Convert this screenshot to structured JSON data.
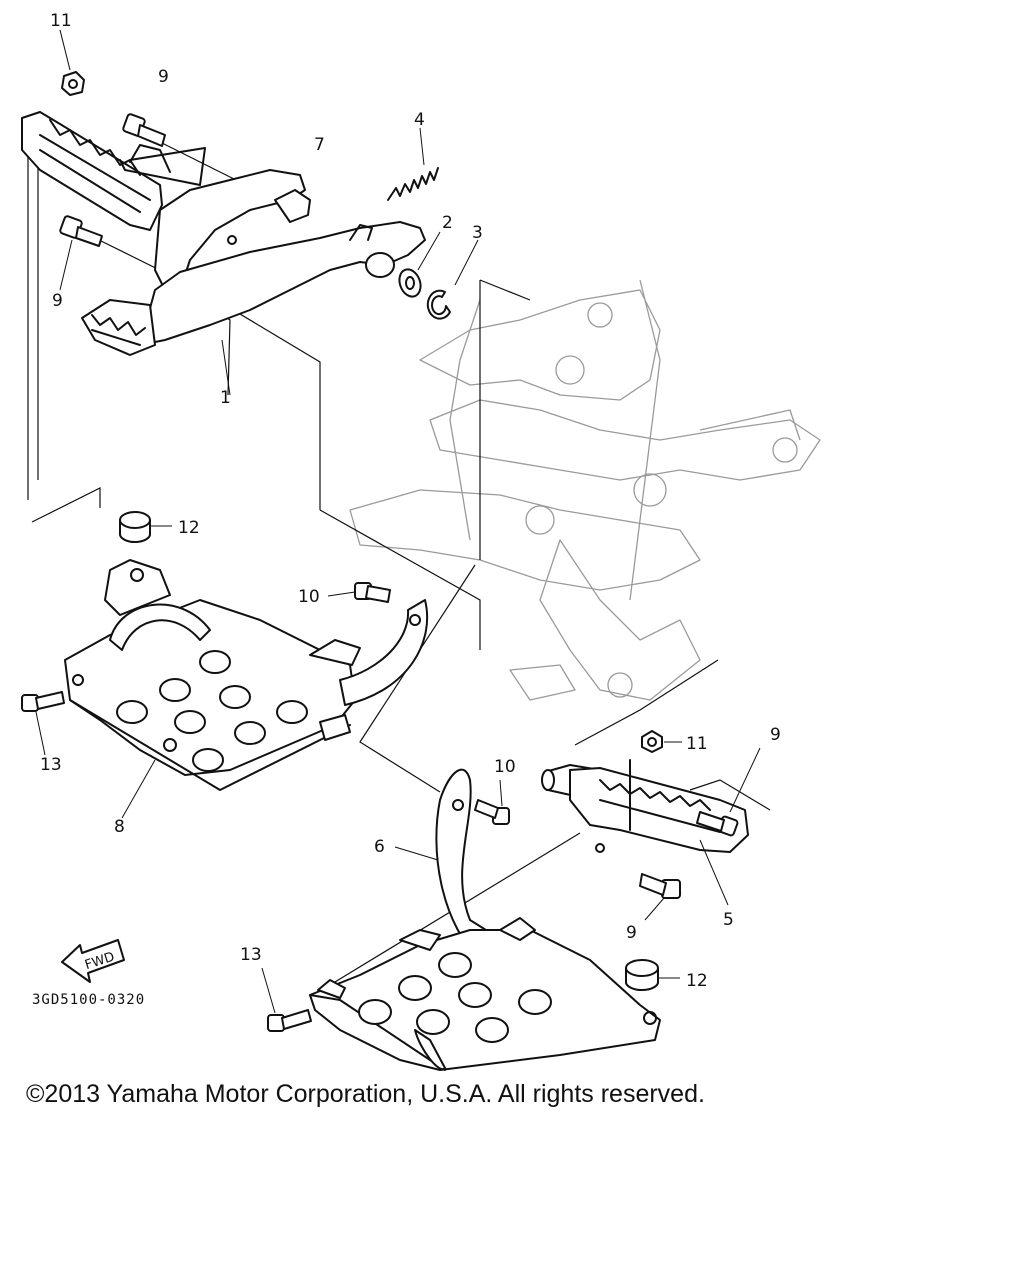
{
  "diagram": {
    "callouts": {
      "brake_pedal": "1",
      "washer": "2",
      "circlip": "3",
      "spring": "4",
      "footrest_right": "5",
      "bracket_right": "6",
      "footrest_left": "7",
      "bracket_left": "8",
      "bolt_9_top": "9",
      "bolt_9_left": "9",
      "bolt_9_right_top": "9",
      "bolt_9_right_bottom": "9",
      "bolt_10_left": "10",
      "bolt_10_right": "10",
      "nut_11_top": "11",
      "nut_11_right": "11",
      "damper_12_left": "12",
      "damper_12_right": "12",
      "bolt_13_left": "13",
      "bolt_13_right": "13"
    },
    "fwd_label": "FWD",
    "diagram_code": "3GD5100-0320"
  },
  "footer": {
    "copyright": "©2013 Yamaha Motor Corporation, U.S.A. All rights reserved."
  }
}
